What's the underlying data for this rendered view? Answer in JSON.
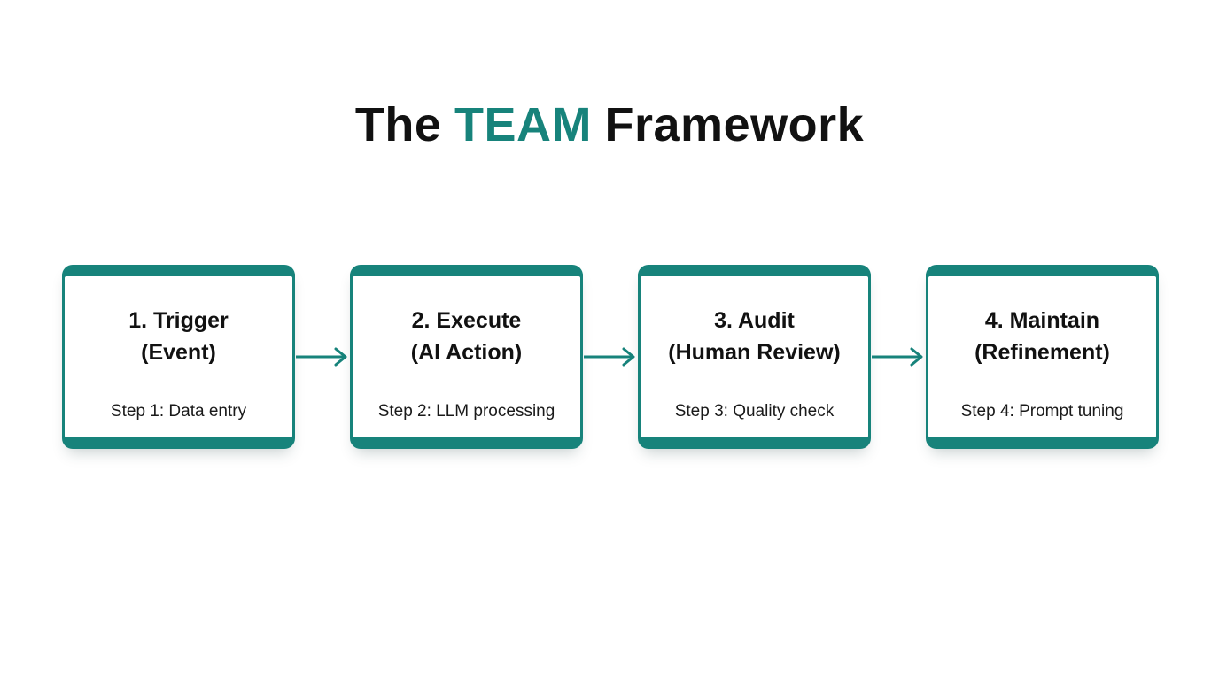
{
  "colors": {
    "teal": "#17837b",
    "text": "#111111",
    "background": "#ffffff"
  },
  "header": {
    "title_word1": "The",
    "title_word2": "TEAM",
    "title_word3": "Framework"
  },
  "flow": {
    "steps": [
      {
        "heading": "1. Trigger\n(Event)",
        "detail": "Step 1: Data entry"
      },
      {
        "heading": "2. Execute\n(AI Action)",
        "detail": "Step 2: LLM processing"
      },
      {
        "heading": "3. Audit\n(Human Review)",
        "detail": "Step 3: Quality check"
      },
      {
        "heading": "4. Maintain\n(Refinement)",
        "detail": "Step 4: Prompt tuning"
      }
    ]
  }
}
